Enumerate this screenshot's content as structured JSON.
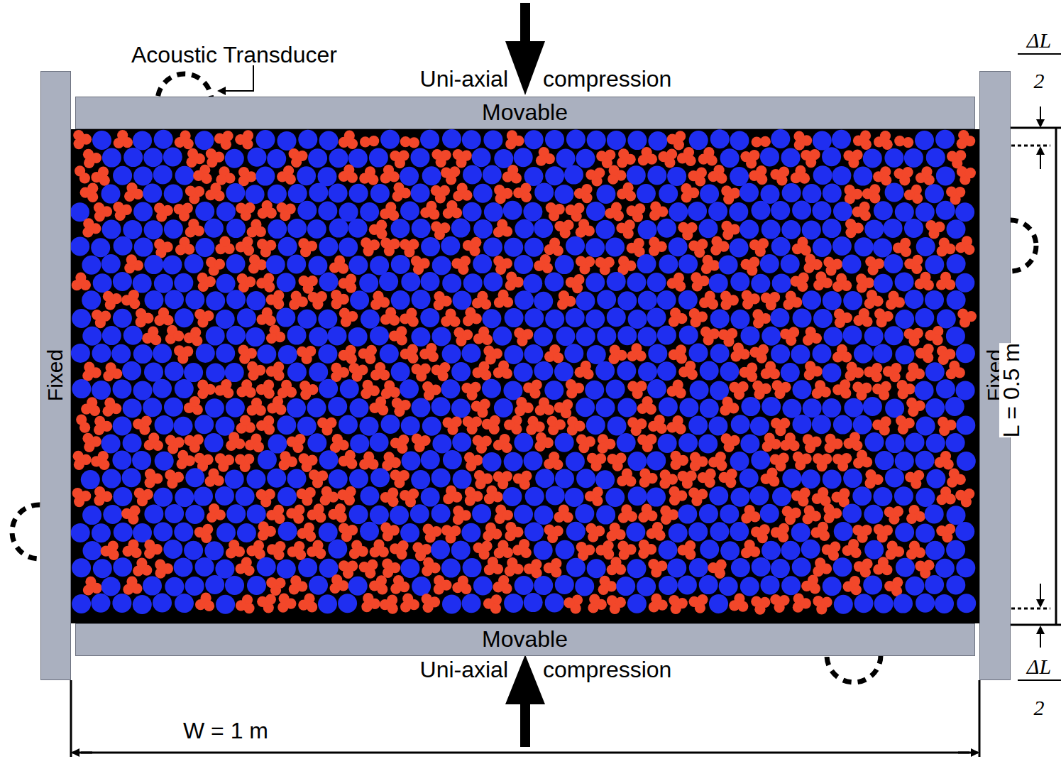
{
  "diagram": {
    "nodes": [
      {
        "text": [
          "Movable"
        ]
      },
      {
        "text": [
          "Movable"
        ]
      },
      {
        "text": [
          "Fixed"
        ]
      },
      {
        "text": [
          "Fixed"
        ]
      }
    ],
    "labels": [
      "Acoustic Transducer",
      "Uni-axial",
      "compression",
      "Uni-axial",
      "compression",
      "ΔL",
      "2",
      "L = 0.5 m",
      "ΔL",
      "2",
      "W = 1 m"
    ]
  }
}
